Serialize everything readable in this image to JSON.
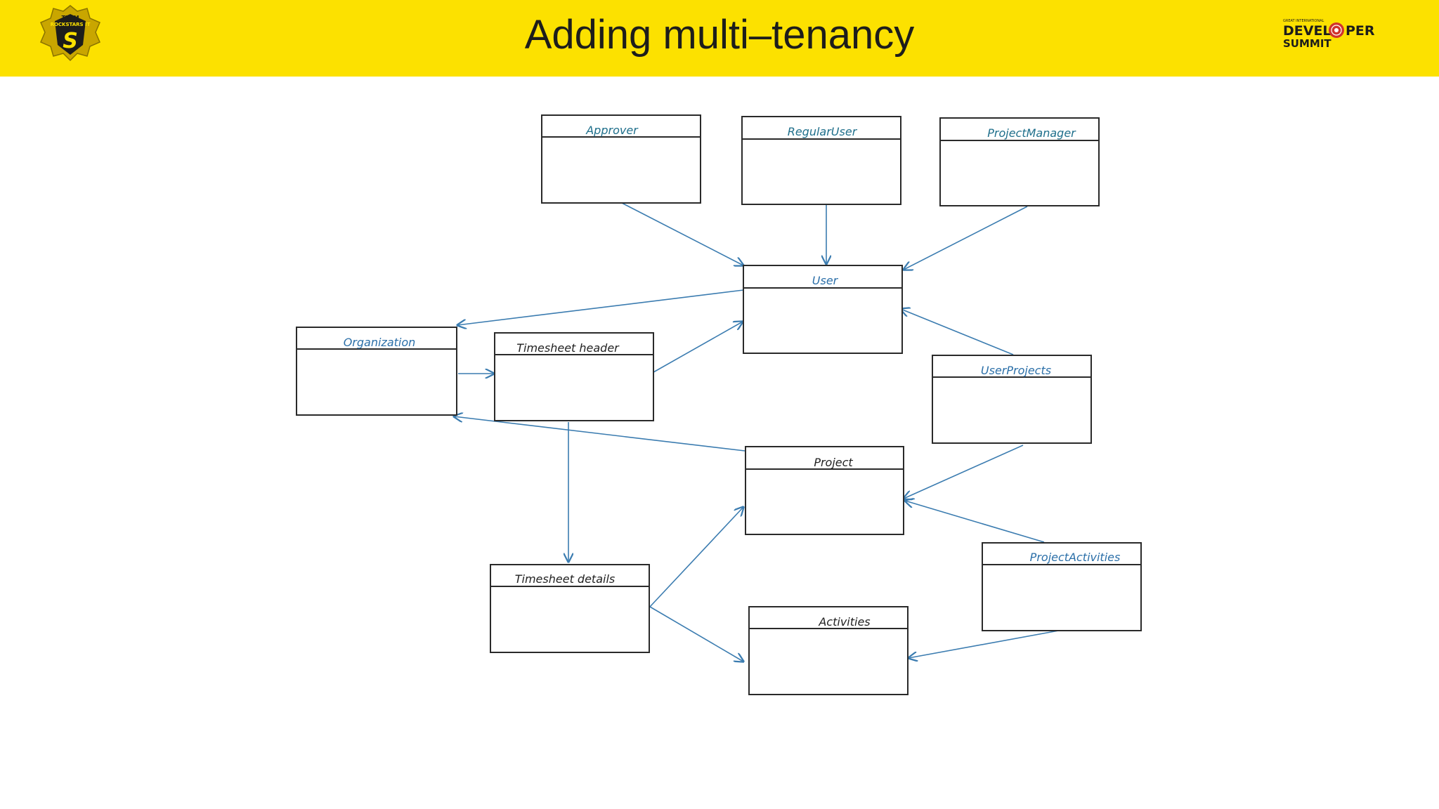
{
  "slide": {
    "title": "Adding multi–tenancy",
    "logo_left": {
      "lines": [
        "TEAM",
        "ROCKSTARS IT",
        "S"
      ]
    },
    "logo_right": {
      "top": "GREAT INTERNATIONAL",
      "line1": "DEVEL",
      "line1b": "PER",
      "line2": "SUMMIT"
    }
  },
  "colors": {
    "header": "#fce100",
    "arrow": "#3b7cb0",
    "blue_text": "#2b6fa8",
    "teal_text": "#1f6f8b",
    "black_text": "#222222",
    "box_stroke": "#2a2a2a"
  },
  "entities": {
    "approver": "Approver",
    "regularuser": "RegularUser",
    "projectmanager": "ProjectManager",
    "user": "User",
    "organization": "Organization",
    "timesheetheader": "Timesheet header",
    "userprojects": "UserProjects",
    "project": "Project",
    "timesheetdetails": "Timesheet details",
    "projectactivities": "ProjectActivities",
    "activities": "Activities"
  }
}
